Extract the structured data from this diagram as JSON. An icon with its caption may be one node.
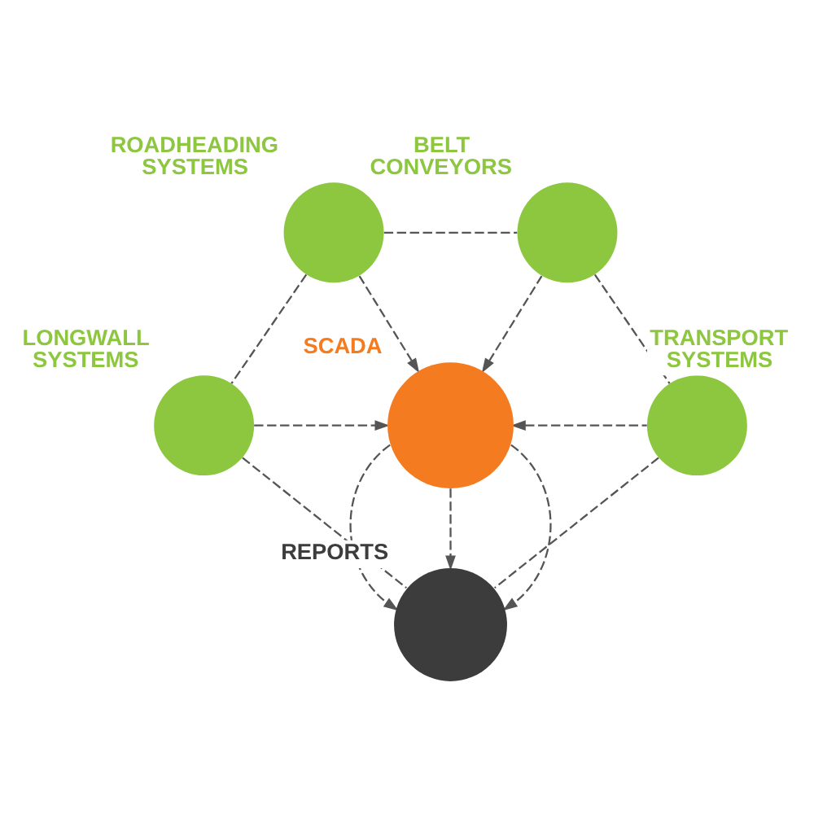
{
  "diagram": {
    "nodes": [
      {
        "text": [
          "ROADHEADING SYSTEMS"
        ]
      },
      {
        "text": [
          "BELT CONVEYORS"
        ]
      },
      {
        "text": [
          "SCADA"
        ]
      },
      {
        "text": [
          "LONGWALL SYSTEMS"
        ]
      },
      {
        "text": [
          "TRANSPORT SYSTEMS"
        ]
      },
      {
        "text": [
          "REPORTS"
        ]
      }
    ],
    "edges": [
      {
        "from": 0,
        "to": 1,
        "arrow": "none",
        "style": "dashed"
      },
      {
        "from": 0,
        "to": 2,
        "arrow": "to",
        "style": "dashed"
      },
      {
        "from": 1,
        "to": 2,
        "arrow": "to",
        "style": "dashed"
      },
      {
        "from": 0,
        "to": 3,
        "arrow": "none",
        "style": "dashed"
      },
      {
        "from": 1,
        "to": 4,
        "arrow": "none",
        "style": "dashed"
      },
      {
        "from": 3,
        "to": 2,
        "arrow": "to",
        "style": "dashed"
      },
      {
        "from": 4,
        "to": 2,
        "arrow": "to",
        "style": "dashed"
      },
      {
        "from": 2,
        "to": 5,
        "arrow": "to",
        "style": "dashed"
      },
      {
        "from": 2,
        "to": 5,
        "arrow": "to",
        "style": "dashed"
      },
      {
        "from": 2,
        "to": 5,
        "arrow": "to",
        "style": "dashed"
      },
      {
        "from": 3,
        "to": 5,
        "arrow": "none",
        "style": "dashed"
      },
      {
        "from": 4,
        "to": 5,
        "arrow": "none",
        "style": "dashed"
      }
    ]
  }
}
